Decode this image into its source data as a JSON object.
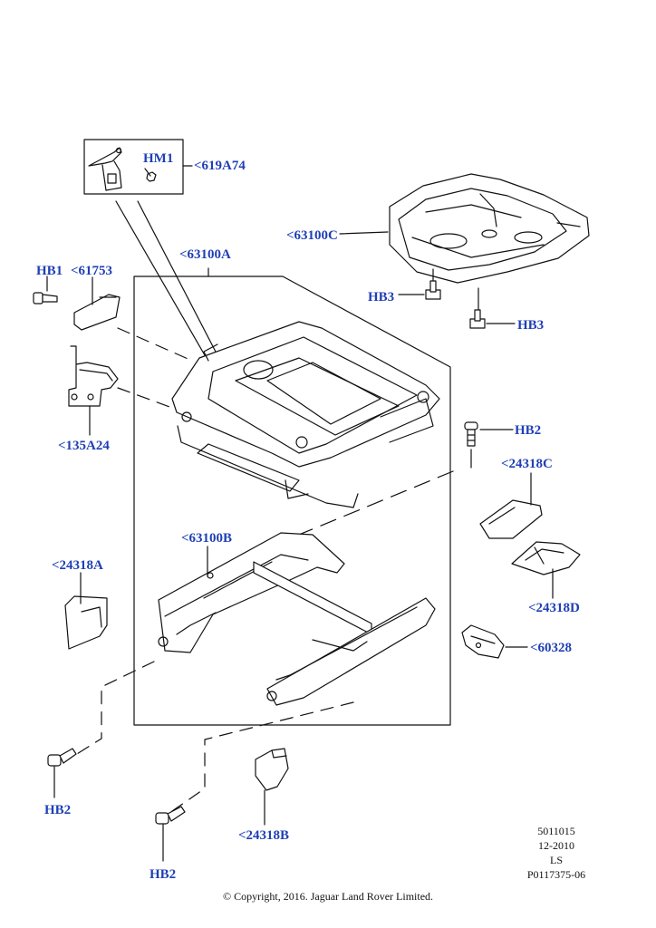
{
  "diagram": {
    "callouts": {
      "hm1": "HM1",
      "p619a74": "<619A74",
      "p63100c": "<63100C",
      "p63100a": "<63100A",
      "hb1": "HB1",
      "p61753": "<61753",
      "hb3_top": "HB3",
      "hb3_right": "HB3",
      "p135a24": "<135A24",
      "hb2_right": "HB2",
      "p24318c": "<24318C",
      "p63100b": "<63100B",
      "p24318a": "<24318A",
      "p24318d": "<24318D",
      "p60328": "<60328",
      "hb2_bottom_left": "HB2",
      "hb2_bottom_mid": "HB2",
      "p24318b": "<24318B"
    },
    "meta": {
      "line1": "5011015",
      "line2": "12-2010",
      "line3": "LS",
      "line4": "P0117375-06"
    },
    "copyright": "© Copyright, 2016. Jaguar Land Rover Limited.",
    "colors": {
      "label": "#1f3fb5",
      "line": "#111111",
      "part_fill": "#ffffff"
    }
  }
}
